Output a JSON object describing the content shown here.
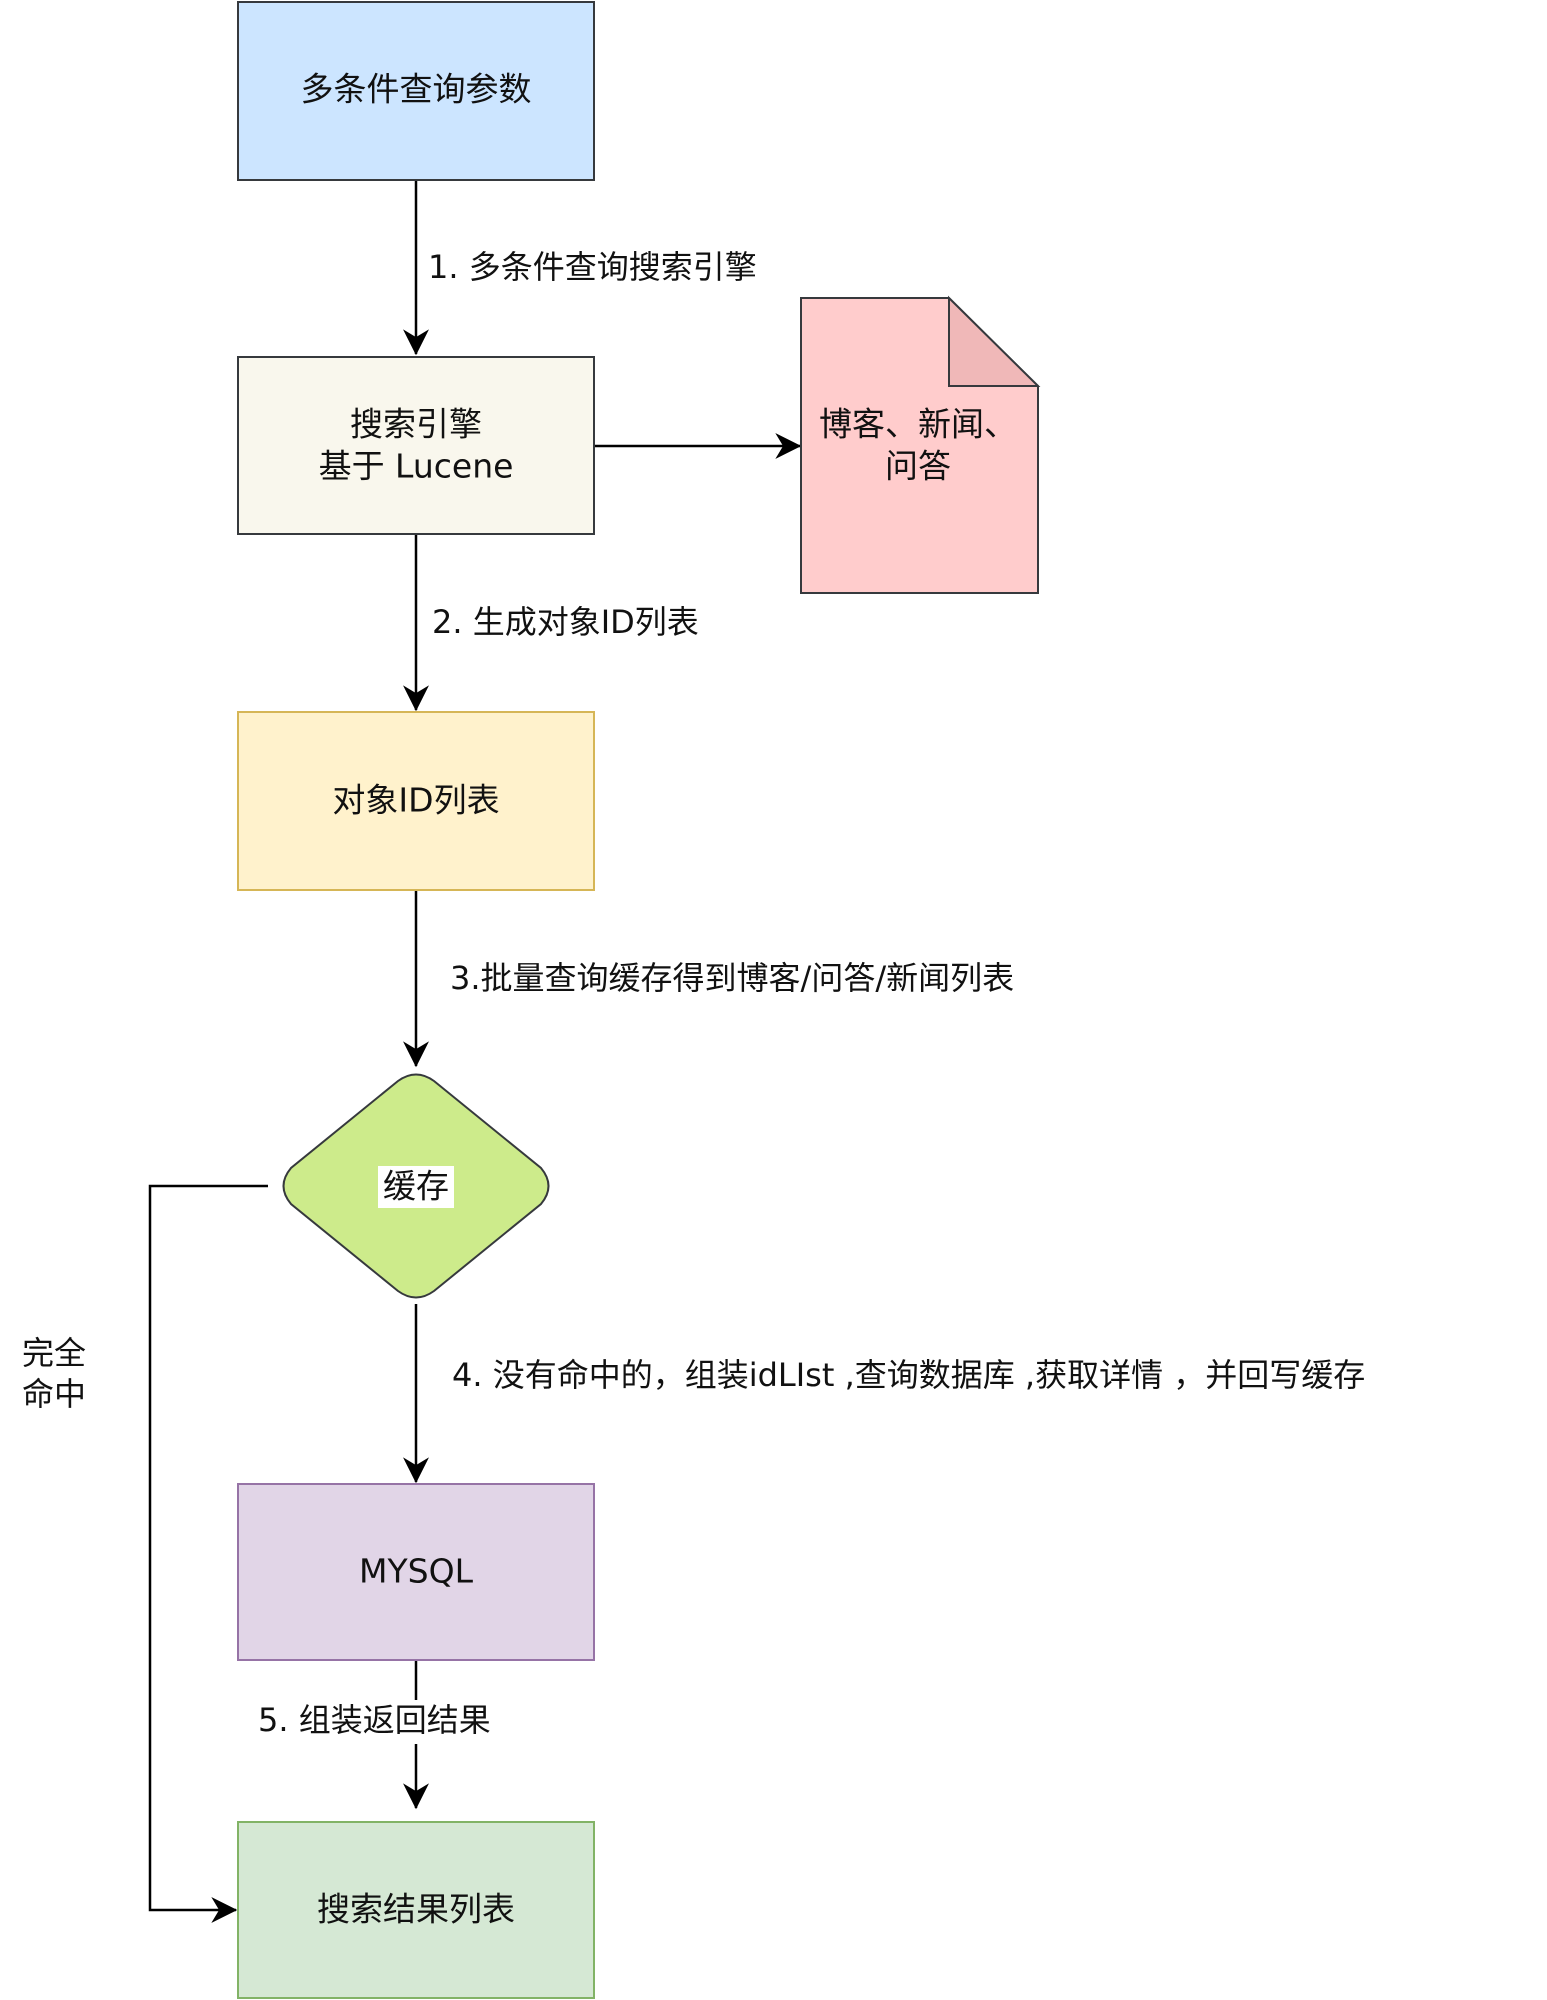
{
  "diagram": {
    "nodes": {
      "query_params": {
        "label": "多条件查询参数"
      },
      "search_engine": {
        "label_line1": "搜索引擎",
        "label_line2": "基于 Lucene"
      },
      "documents": {
        "label_line1": "博客、新闻、",
        "label_line2": "问答"
      },
      "id_list": {
        "label": "对象ID列表"
      },
      "cache": {
        "label": "缓存"
      },
      "mysql": {
        "label": "MYSQL"
      },
      "result_list": {
        "label": "搜索结果列表"
      }
    },
    "edges": {
      "step1": "1. 多条件查询搜索引擎",
      "step2": "2. 生成对象ID列表",
      "step3": "3.批量查询缓存得到博客/问答/新闻列表",
      "step4": "4. 没有命中的，组装idLIst ,查询数据库 ,获取详情 ，并回写缓存",
      "step5": "5. 组装返回结果",
      "full_hit_line1": "完全",
      "full_hit_line2": "命中"
    },
    "colors": {
      "query_fill": "#cce5ff",
      "query_stroke": "#36393d",
      "engine_fill": "#f9f7ed",
      "engine_stroke": "#36393d",
      "doc_fill": "#ffcccc",
      "doc_fold": "#f0b8b8",
      "doc_stroke": "#36393d",
      "idlist_fill": "#fff2cc",
      "idlist_stroke": "#d6b656",
      "cache_fill": "#cdeb8b",
      "cache_stroke": "#36393d",
      "mysql_fill": "#e1d5e7",
      "mysql_stroke": "#9673a6",
      "result_fill": "#d5e8d4",
      "result_stroke": "#82b366",
      "edge": "#000000"
    }
  }
}
